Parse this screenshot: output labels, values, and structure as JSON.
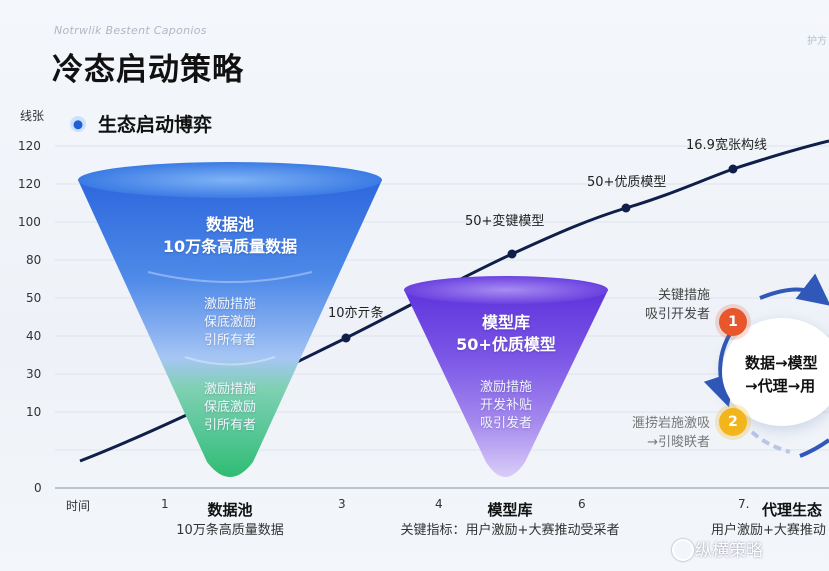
{
  "header": {
    "subtitle_en": "Notrwlik Bestent Caponios",
    "corner_label": "护方",
    "title": "冷态启动策略"
  },
  "legend": {
    "label": "生态启动博弈"
  },
  "axis": {
    "y_title": "线张",
    "y_ticks": [
      "120",
      "120",
      "100",
      "80",
      "50",
      "40",
      "30",
      "10",
      "0"
    ],
    "x_ticks": [
      "时间",
      "1",
      "3",
      "4",
      "6",
      "7."
    ]
  },
  "growth_line": {
    "labels": [
      "10亦亓条",
      "50+変键模型",
      "50+优质模型",
      "16.9宽张构线"
    ]
  },
  "funnel_data_pool": {
    "title_line1": "数据池",
    "title_line2": "10万条高质量数据",
    "section1": [
      "激励措施",
      "保底激励",
      "引所有者"
    ],
    "section2": [
      "激励措施",
      "保底激励",
      "引所有者"
    ]
  },
  "funnel_model_lib": {
    "title_line1": "模型库",
    "title_line2": "50+优质模型",
    "section1": [
      "激励措施",
      "开发补贴",
      "吸引发者"
    ]
  },
  "bottom": {
    "col1_title": "数据池",
    "col1_sub": "10万条高质量数据",
    "col2_title": "模型库",
    "col2_sub": "关键指标：用户激励+大赛推动受采者",
    "col3_title": "代理生态",
    "col3_sub": "用户激励+大赛推动"
  },
  "cycle": {
    "note1": [
      "关键措施",
      "吸引开发者"
    ],
    "note2": [
      "滙捞岩施激吸",
      "→引晙眹者"
    ],
    "badge1": "1",
    "badge2": "2",
    "line1": "数据→模型",
    "line2": "→代理→用"
  },
  "watermark": {
    "text": "纵横策略"
  },
  "colors": {
    "funnel1_top": "#2f6ee0",
    "funnel1_mid": "#8cb6f2",
    "funnel1_bottom": "#3cc27f",
    "funnel2_top": "#6a3de0",
    "funnel2_bottom": "#c9b8f4",
    "line": "#0f1f4a",
    "badge1": "#e8562b",
    "badge2": "#f2b51c",
    "cycle_arrow": "#2f58b8"
  }
}
